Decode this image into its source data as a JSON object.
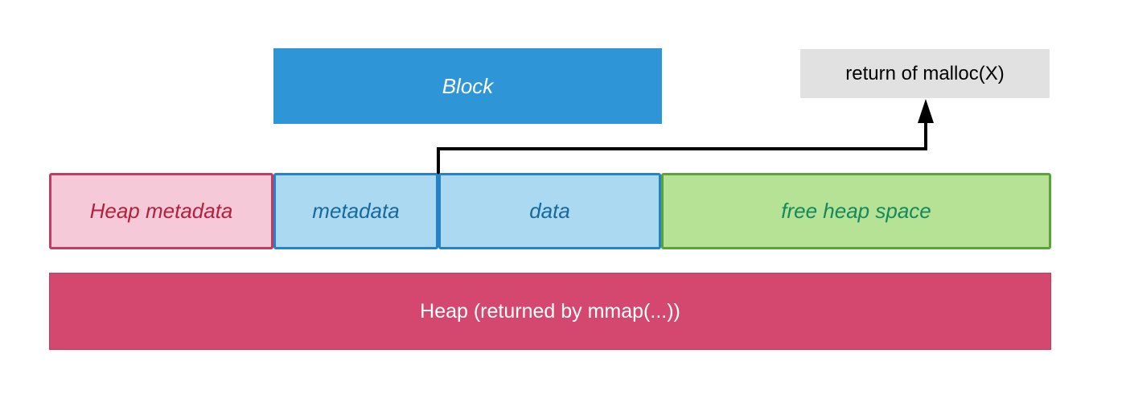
{
  "diagram": {
    "title": "heap-malloc-layout",
    "block": {
      "label": "Block"
    },
    "malloc_return": {
      "label": "return of malloc(X)"
    },
    "heap_row": [
      {
        "id": "heap-metadata",
        "label": "Heap metadata"
      },
      {
        "id": "block-metadata",
        "label": "metadata"
      },
      {
        "id": "block-data",
        "label": "data"
      },
      {
        "id": "free-heap-space",
        "label": "free heap space"
      }
    ],
    "heap_bar": {
      "label": "Heap (returned by mmap(...))"
    },
    "colors": {
      "block_fill": "#2e96d6",
      "block_text": "#ffffff",
      "malloc_fill": "#e1e1e1",
      "malloc_text": "#000000",
      "heap_metadata_fill": "#f6c9d9",
      "heap_metadata_border": "#c53a62",
      "heap_metadata_text": "#b41f3c",
      "metadata_data_fill": "#abd9f2",
      "metadata_data_border": "#2482c5",
      "metadata_data_text": "#17699c",
      "free_space_fill": "#b5e294",
      "free_space_border": "#5aa33a",
      "free_space_text": "#14895c",
      "heap_bar_fill": "#d4476e",
      "heap_bar_text": "#ffffff",
      "arrow": "#000000"
    }
  }
}
